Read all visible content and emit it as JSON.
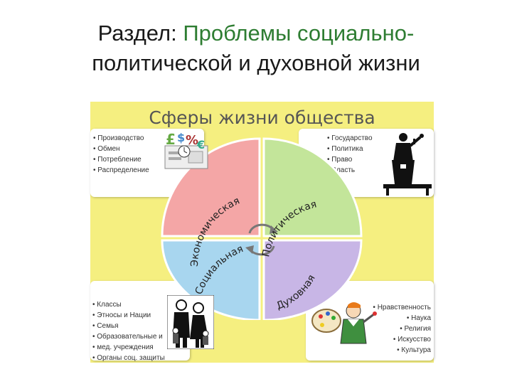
{
  "title": {
    "label": "Раздел:",
    "topic": "Проблемы социально-",
    "line2": "политической и духовной жизни"
  },
  "diagram": {
    "heading": "Сферы жизни общества",
    "sectors": {
      "economic": "Экономическая",
      "political": "Политическая",
      "social": "Социальная",
      "spiritual": "Духовная"
    },
    "colors": {
      "background": "#f5ef80",
      "economic": "#f4a6a6",
      "political": "#c3e59a",
      "social": "#a8d6ef",
      "spiritual": "#c8b6e6"
    },
    "economic_items": [
      "Производство",
      "Обмен",
      "Потребление",
      "Распределение"
    ],
    "political_items": [
      "Государство",
      "Политика",
      "Право",
      "Власть"
    ],
    "social_items": [
      "Классы",
      "Этносы и Нации",
      "Семья",
      "Образовательные и",
      "мед. учреждения",
      "Органы соц. защиты"
    ],
    "spiritual_items": [
      "Нравственность",
      "Наука",
      "Религия",
      "Искусство",
      "Культура"
    ],
    "icons": {
      "economic": "money-percent-clock-icon",
      "political": "speaker-at-podium-icon",
      "social": "family-icon",
      "spiritual": "artist-with-palette-icon"
    }
  }
}
